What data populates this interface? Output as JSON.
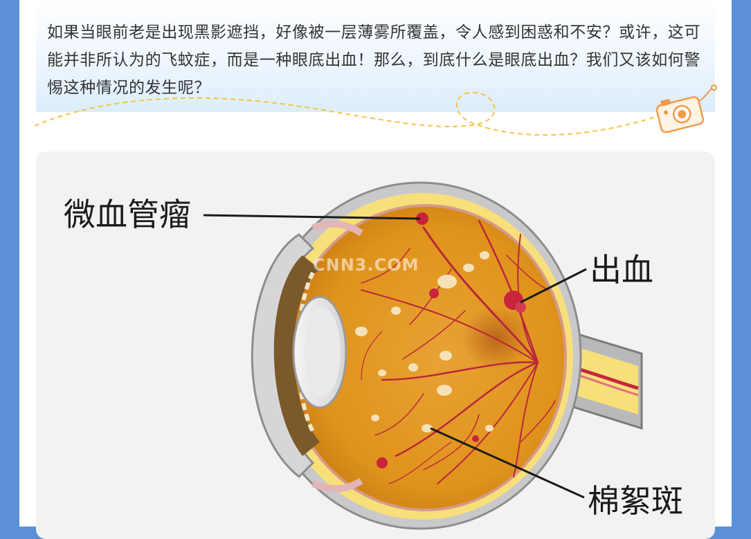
{
  "intro": {
    "paragraph": "如果当眼前老是出现黑影遮挡，好像被一层薄雾所覆盖，令人感到困惑和不安？或许，这可能并非所认为的飞蚊症，而是一种眼底出血！那么，到底什么是眼底出血？我们又该如何警惕这种情况的发生呢？"
  },
  "decoration": {
    "icon": "camera-icon",
    "line_color": "#f6c142",
    "camera_color": "#f29a4a"
  },
  "figure": {
    "labels": {
      "microaneurysm": "微血管瘤",
      "hemorrhage": "出血",
      "cotton_wool_spots": "棉絮斑"
    },
    "watermark": "CNN3.COM",
    "colors": {
      "retina": "#e6981f",
      "vessel": "#b8263a",
      "sclera": "#c8c8c8",
      "fat_layer": "#f7df7a"
    }
  }
}
